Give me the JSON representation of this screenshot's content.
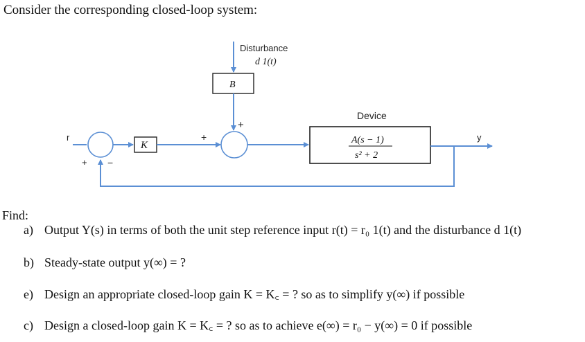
{
  "heading": "Consider the corresponding closed-loop system:",
  "diagram": {
    "disturbance_label": "Disturbance",
    "disturbance_signal": "d 1(t)",
    "b_block": "B",
    "k_block": "K",
    "device_label": "Device",
    "tf_numerator": "A(s − 1)",
    "tf_denominator": "s² + 2",
    "input_label": "r",
    "output_label": "y",
    "sum1_plus": "+",
    "sum1_minus": "−",
    "sum2_plus_left": "+",
    "sum2_plus_top": "+"
  },
  "find_label": "Find:",
  "questions": [
    {
      "letter": "a)",
      "text": "Output Y(s) in terms of both the unit step reference input r(t) = r₀ 1(t)  and the disturbance d 1(t)"
    },
    {
      "letter": "b)",
      "text": "Steady-state output y(∞) = ?"
    },
    {
      "letter": "e)",
      "text": "Design an appropriate closed-loop gain K = K꜀ = ? so as to simplify y(∞) if possible"
    },
    {
      "letter": "c)",
      "text": "Design a closed-loop gain K = K꜀ = ? so as to achieve e(∞) = r₀ − y(∞) = 0 if possible"
    }
  ]
}
